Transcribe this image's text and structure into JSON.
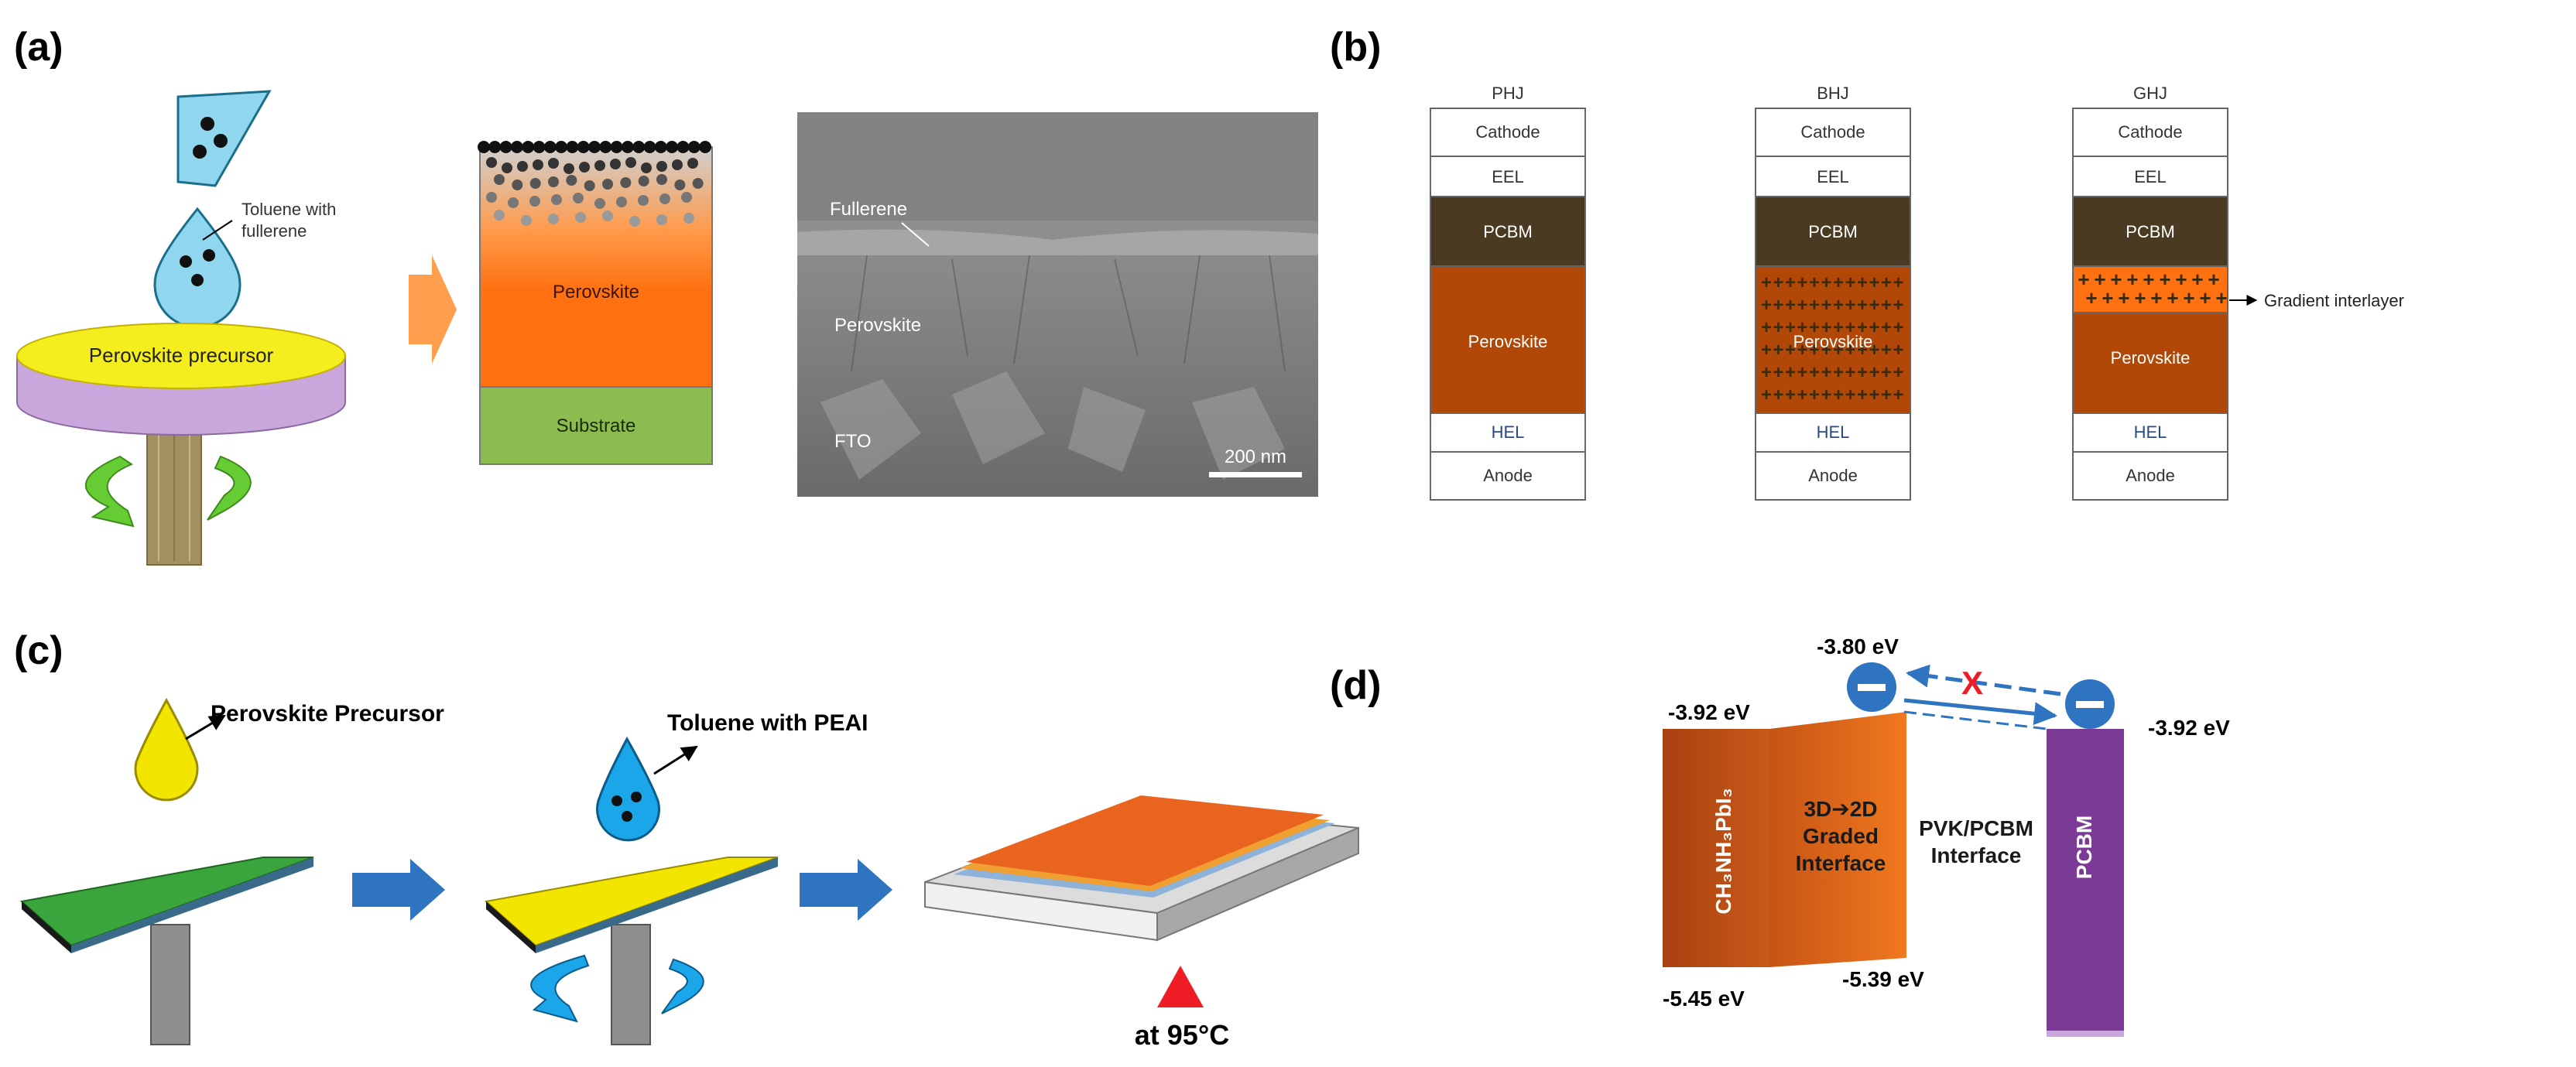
{
  "colors": {
    "orange": "#ff7010",
    "perovskite_brown": "#b14807",
    "pcbm_dark": "#4a3a22",
    "substrate_green": "#8cbb50",
    "yellow": "#f2e600",
    "purple": "#7b3a96",
    "blue_arrow": "#2e74c0",
    "light_blue": "#8fd6ee"
  },
  "panel_a": {
    "label": "(a)",
    "toluene_label": "Toluene with\nfullerene",
    "precursor_label": "Perovskite precursor",
    "perovskite_label": "Perovskite",
    "substrate_label": "Substrate",
    "sem": {
      "fullerene": "Fullerene",
      "perovskite": "Perovskite",
      "fto": "FTO",
      "scale": "200 nm"
    }
  },
  "panel_b": {
    "label": "(b)",
    "columns": [
      {
        "title": "PHJ",
        "cathode": "Cathode",
        "eel": "EEL",
        "pcbm": "PCBM",
        "perovskite": "Perovskite",
        "hel": "HEL",
        "anode": "Anode"
      },
      {
        "title": "BHJ",
        "cathode": "Cathode",
        "eel": "EEL",
        "pcbm": "PCBM",
        "perovskite": "Perovskite",
        "hel": "HEL",
        "anode": "Anode"
      },
      {
        "title": "GHJ",
        "cathode": "Cathode",
        "eel": "EEL",
        "pcbm": "PCBM",
        "perovskite": "Perovskite",
        "hel": "HEL",
        "anode": "Anode"
      }
    ],
    "gradient_label": "Gradient interlayer"
  },
  "panel_c": {
    "label": "(c)",
    "precursor_label": "Perovskite Precursor",
    "toluene_label": "Toluene with PEAI",
    "temp_label": "at 95°C"
  },
  "panel_d": {
    "label": "(d)",
    "e_top_mid": "-3.80 eV",
    "e_left_top": "-3.92 eV",
    "e_right_top": "-3.92 eV",
    "e_left_bottom": "-5.45 eV",
    "e_mid_bottom": "-5.39 eV",
    "ch3_label": "CH₃NH₃PbI₃",
    "graded_label": "3D➔2D\nGraded\nInterface",
    "pvk_pcbm_label": "PVK/PCBM\nInterface",
    "pcbm_label": "PCBM",
    "cross": "X"
  }
}
